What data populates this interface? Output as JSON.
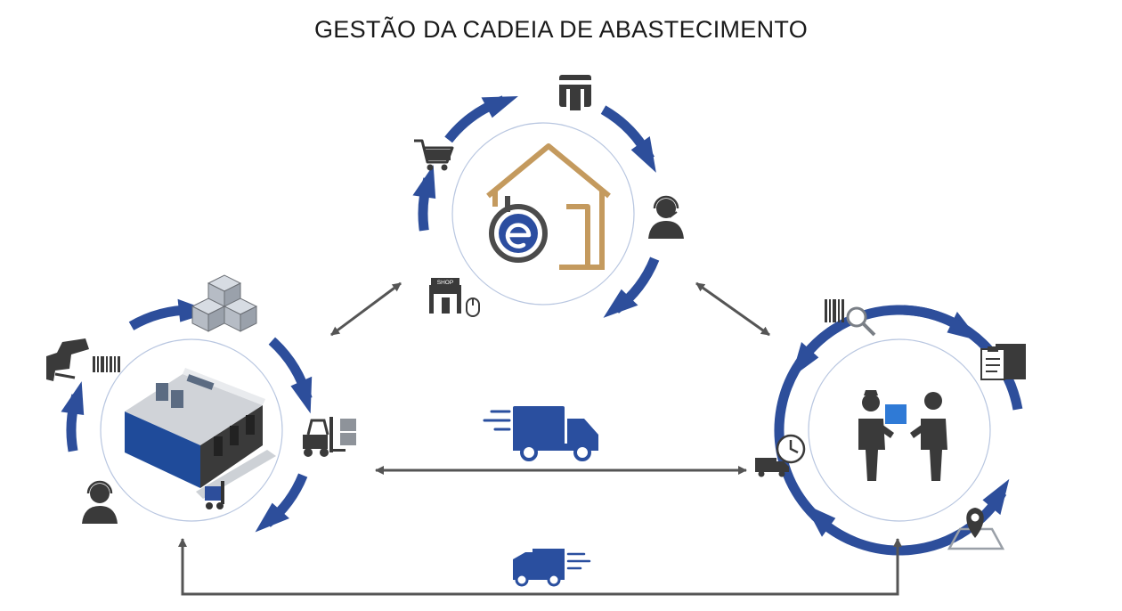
{
  "title": "GESTÃO DA CADEIA DE ABASTECIMENTO",
  "shop_sign": "SHOP",
  "colors": {
    "flow_arrow": "#2d4e9b",
    "connector": "#555555",
    "icon": "#3a3a3a",
    "truck": "#2a4f9f",
    "house_outline": "#c49a5e",
    "logo_blue": "#2c4ea0",
    "logo_gray": "#4b4b4b",
    "warehouse_walls": "#1f4b9a",
    "circle_outline": "#b8c6e0"
  },
  "nodes": [
    {
      "id": "store",
      "center_icon": "house-logo-icon",
      "icons": [
        "credit-card-icon",
        "headset-agent-icon",
        "shop-icon",
        "mouse-icon",
        "shopping-cart-icon"
      ]
    },
    {
      "id": "warehouse",
      "center_icon": "warehouse-icon",
      "icons": [
        "boxes-icon",
        "forklift-icon",
        "headset-agent-icon",
        "barcode-scanner-icon"
      ]
    },
    {
      "id": "delivery",
      "center_icon": "delivery-handoff-icon",
      "icons": [
        "barcode-search-icon",
        "clipboard-box-icon",
        "location-pin-icon",
        "delivery-time-icon"
      ]
    }
  ]
}
